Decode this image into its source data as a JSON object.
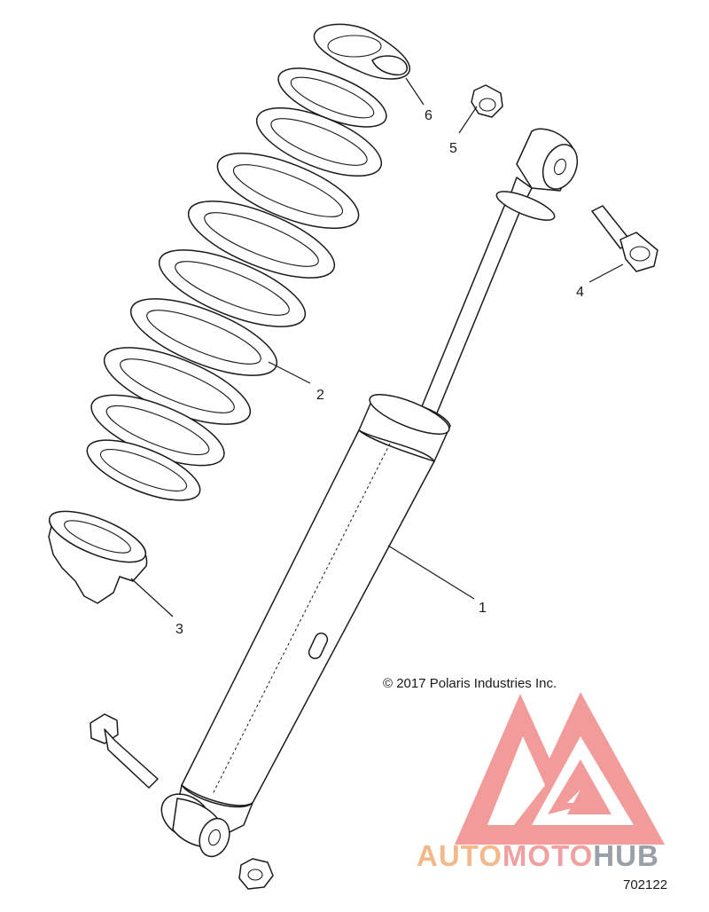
{
  "copyright": "© 2017 Polaris Industries Inc.",
  "figure_number": "702122",
  "watermark": {
    "part1": "AUTO",
    "part2": "MOTO",
    "part3": "HUB",
    "color_logo": "#f08a8a",
    "color_auto": "#f4b98a",
    "color_moto": "#f0a0a0",
    "color_hub": "#9aa0a8"
  },
  "callouts": [
    "1",
    "2",
    "3",
    "4",
    "5",
    "6"
  ],
  "line_color": "#1a1a1a"
}
